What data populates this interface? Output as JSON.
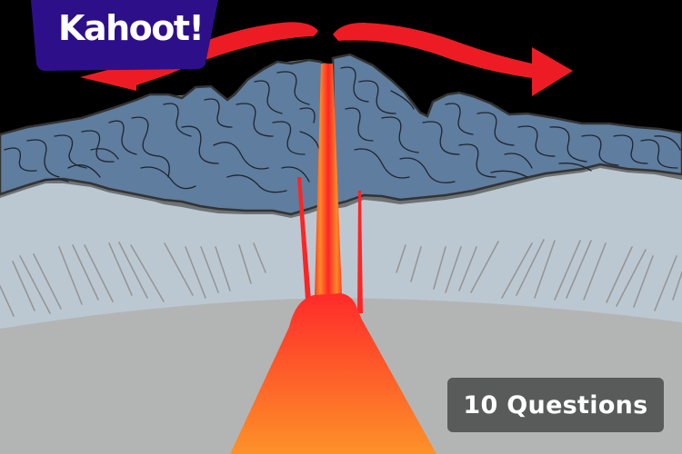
{
  "brand": {
    "logo_text": "Kahoot!",
    "badge_color": "#2e0f8a"
  },
  "quiz": {
    "question_count_label": "10 Questions"
  },
  "illustration": {
    "subject": "divergent-plate-boundary",
    "colors": {
      "background": "#000000",
      "crust": "#5f7d9e",
      "crust_outline": "#333333",
      "mantle_upper": "#bcc8d1",
      "mantle_lower": "#b3b5b5",
      "arrows": "#ed1c24",
      "magma_top": "#ff2a2a",
      "magma_bottom": "#fd9228"
    }
  }
}
